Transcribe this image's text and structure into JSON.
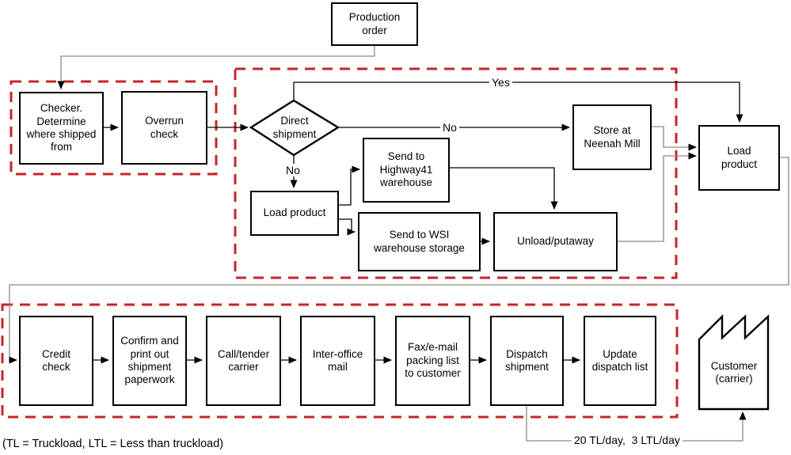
{
  "nodes": {
    "production_order": "Production\norder",
    "checker": "Checker.\nDetermine\nwhere shipped\nfrom",
    "overrun_check": "Overrun\ncheck",
    "direct_shipment": "Direct\nshipment",
    "load_product_mid": "Load product",
    "send_highway41": "Send to\nHighway41\nwarehouse",
    "send_wsi": "Send to WSI\nwarehouse storage",
    "unload_putaway": "Unload/putaway",
    "store_neenah": "Store at\nNeenah Mill",
    "load_product_right": "Load\nproduct",
    "credit_check": "Credit\ncheck",
    "confirm_paperwork": "Confirm and\nprint out\nshipment\npaperwork",
    "call_tender": "Call/tender\ncarrier",
    "inter_office": "Inter-office\nmail",
    "fax_email": "Fax/e-mail\npacking list\nto customer",
    "dispatch_shipment": "Dispatch\nshipment",
    "update_dispatch": "Update\ndispatch list",
    "customer": "Customer\n(carrier)"
  },
  "edge_labels": {
    "yes": "Yes",
    "no_to_store": "No",
    "no_to_load": "No",
    "shipping_rate": "20 TL/day,  3 LTL/day"
  },
  "legend": "(TL = Truckload, LTL = Less than truckload)",
  "colors": {
    "group_border": "#c8232b",
    "connector_gray": "#8a8a8a",
    "line_black": "#000000"
  }
}
